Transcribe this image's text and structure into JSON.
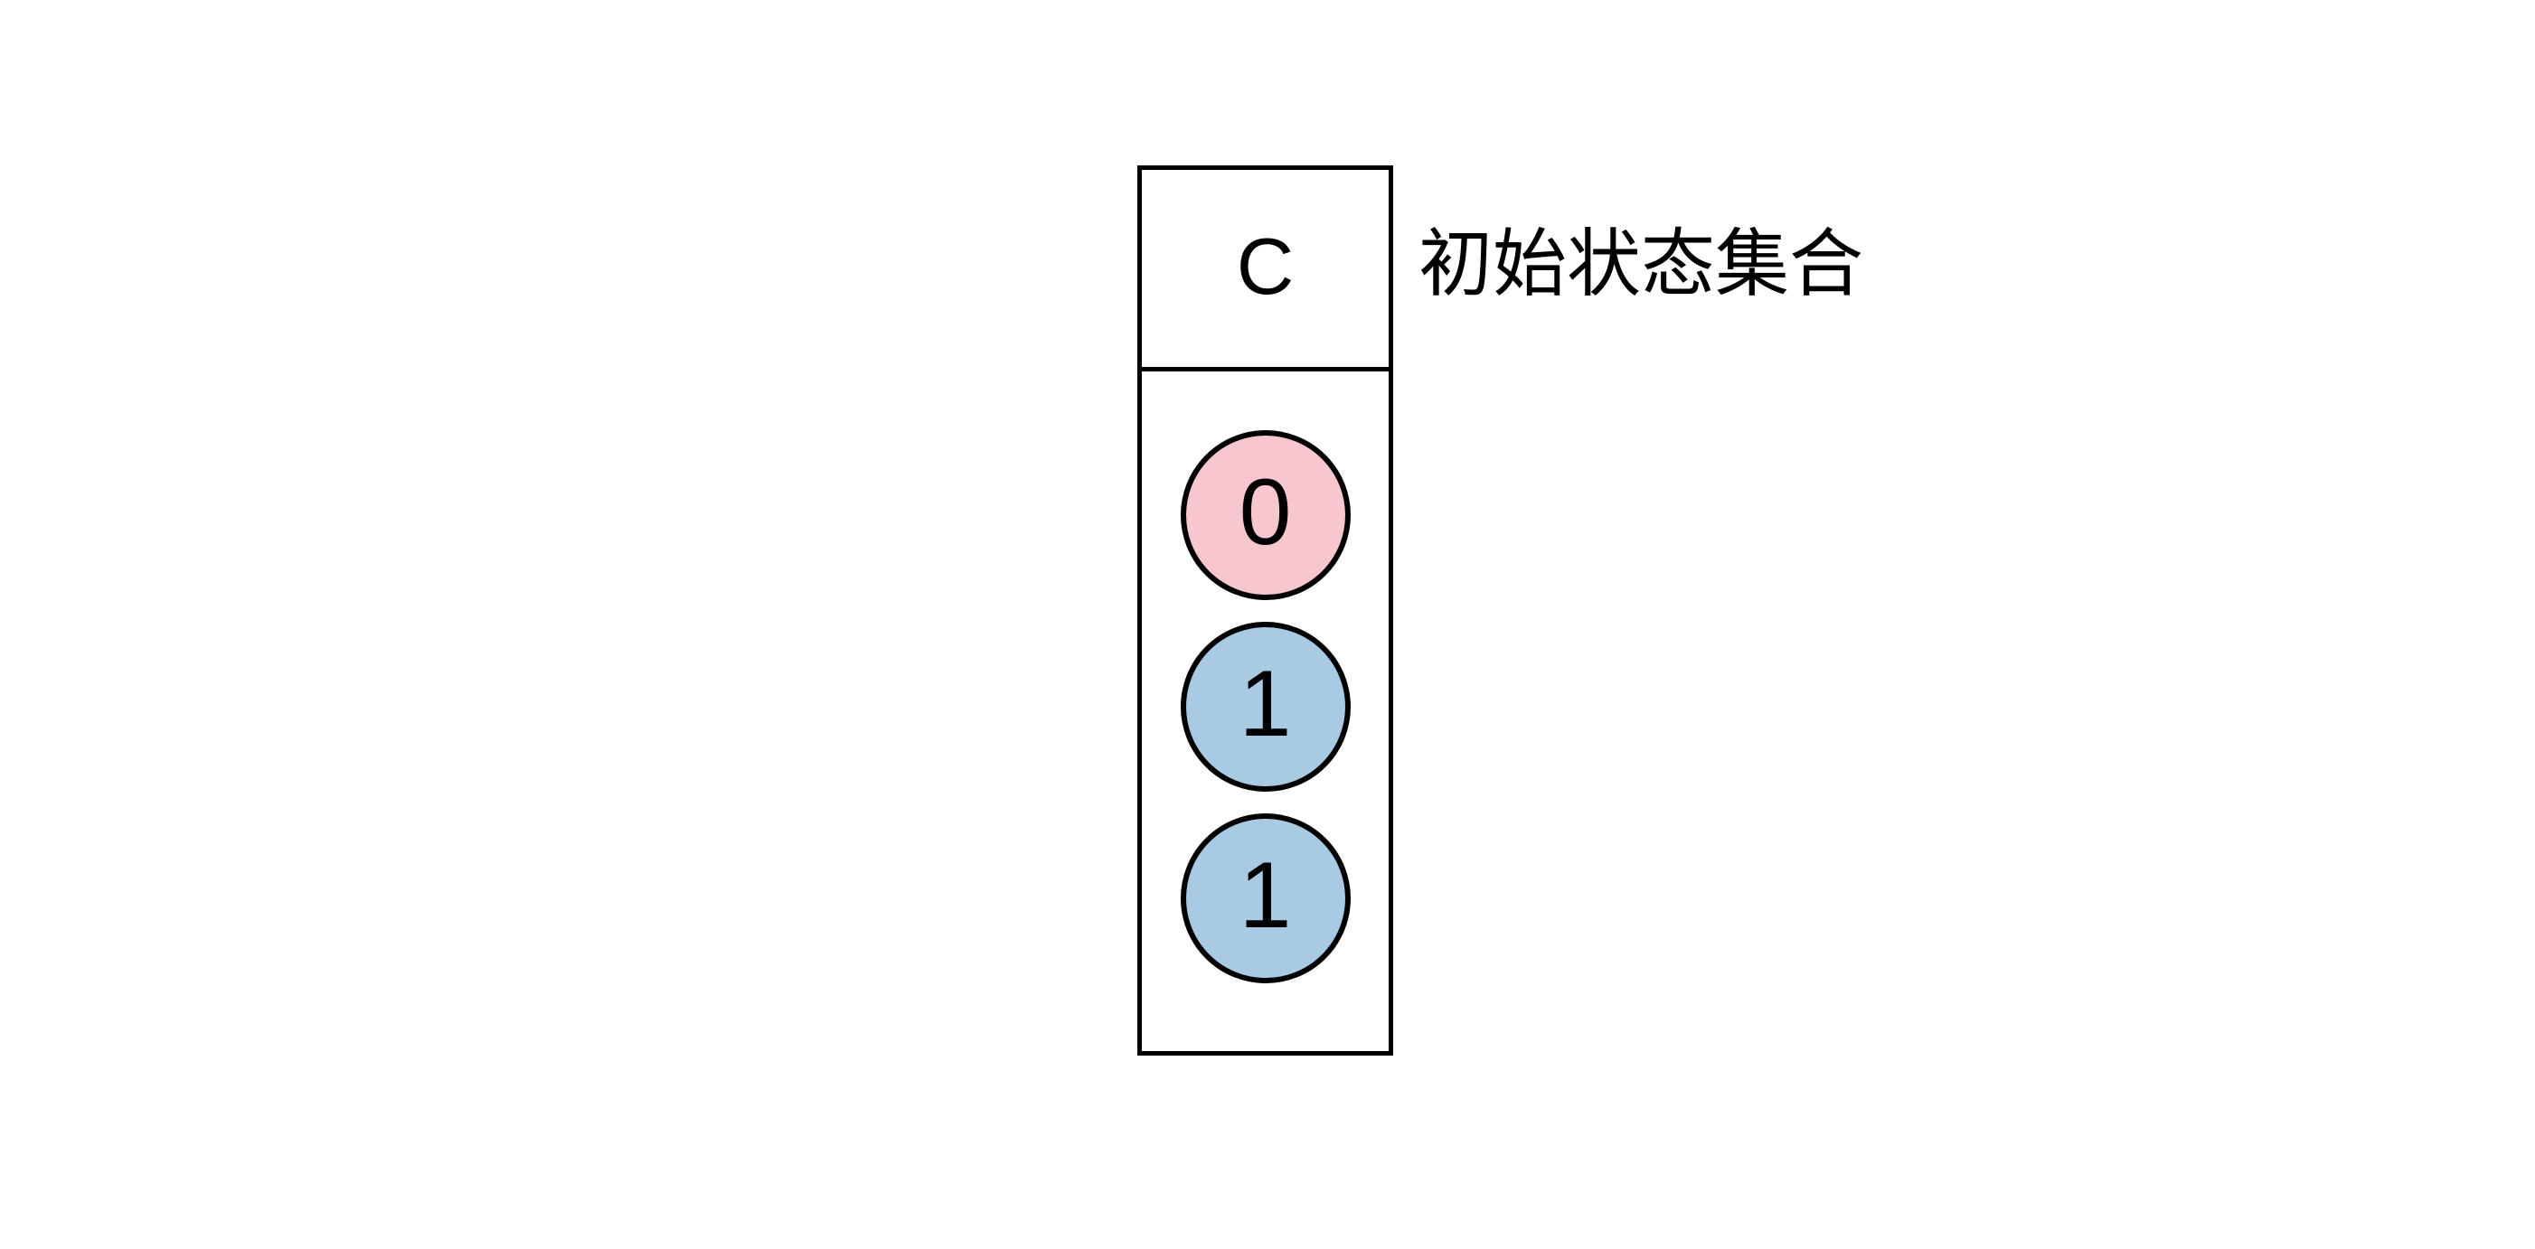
{
  "diagram": {
    "type": "set-container-diagram",
    "background_color": "#ffffff",
    "stroke_color": "#000000",
    "set": {
      "name": "C",
      "annotation": "初始状态集合",
      "nodes": [
        {
          "label": "0",
          "fill_color": "#f7c6ce",
          "shape": "circle",
          "role": "highlighted-state"
        },
        {
          "label": "1",
          "fill_color": "#a8cbe3",
          "shape": "circle",
          "role": "state"
        },
        {
          "label": "1",
          "fill_color": "#a8cbe3",
          "shape": "circle",
          "role": "state"
        }
      ]
    }
  }
}
